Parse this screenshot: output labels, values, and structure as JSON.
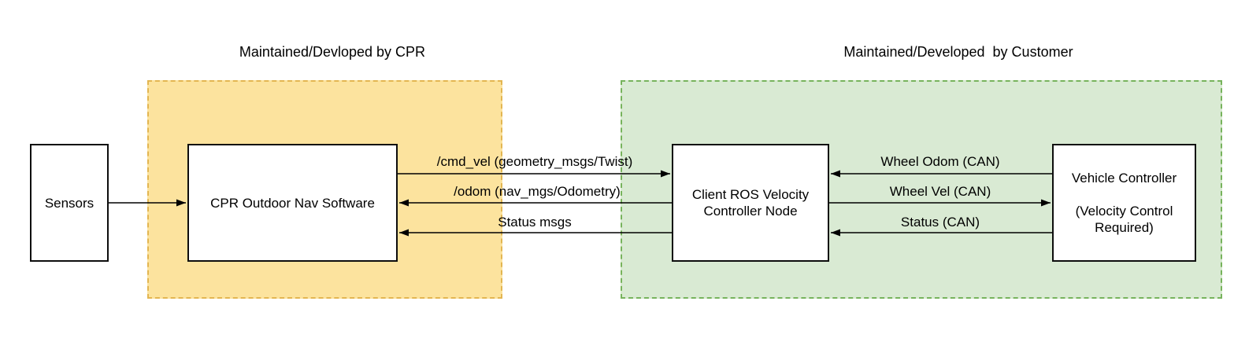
{
  "headings": {
    "cpr": "Maintained/Devloped by CPR",
    "customer": "Maintained/Developed  by Customer"
  },
  "regions": {
    "cpr": {
      "fill": "#FCE39E",
      "border": "#E3B651"
    },
    "customer": {
      "fill": "#D9EAD3",
      "border": "#77B35C"
    }
  },
  "nodes": {
    "sensors": {
      "label": "Sensors"
    },
    "cpr_nav": {
      "label": "CPR Outdoor Nav Software"
    },
    "client_ros": {
      "lines": [
        "Client ROS Velocity",
        "Controller Node"
      ]
    },
    "vehicle": {
      "lines": [
        "Vehicle Controller",
        "",
        "(Velocity Control",
        "Required)"
      ]
    }
  },
  "edges": {
    "sensors_to_cpr": {
      "label": "",
      "from": "Sensors",
      "to": "CPR Outdoor Nav Software",
      "direction": "right"
    },
    "cmd_vel": {
      "label": "/cmd_vel (geometry_msgs/Twist)",
      "from": "CPR Outdoor Nav Software",
      "to": "Client ROS Velocity Controller Node",
      "direction": "right"
    },
    "odom": {
      "label": "/odom (nav_mgs/Odometry)",
      "from": "Client ROS Velocity Controller Node",
      "to": "CPR Outdoor Nav Software",
      "direction": "left"
    },
    "status_msgs": {
      "label": "Status msgs",
      "from": "Client ROS Velocity Controller Node",
      "to": "CPR Outdoor Nav Software",
      "direction": "left"
    },
    "wheel_odom": {
      "label": "Wheel Odom (CAN)",
      "from": "Vehicle Controller",
      "to": "Client ROS Velocity Controller Node",
      "direction": "left"
    },
    "wheel_vel": {
      "label": "Wheel Vel (CAN)",
      "from": "Client ROS Velocity Controller Node",
      "to": "Vehicle Controller",
      "direction": "right"
    },
    "status_can": {
      "label": "Status (CAN)",
      "from": "Vehicle Controller",
      "to": "Client ROS Velocity Controller Node",
      "direction": "left"
    }
  },
  "colors": {
    "connector": "#000000",
    "box_border": "#0d0d0d",
    "box_fill": "#ffffff",
    "text": "#000000",
    "background": "#ffffff"
  }
}
